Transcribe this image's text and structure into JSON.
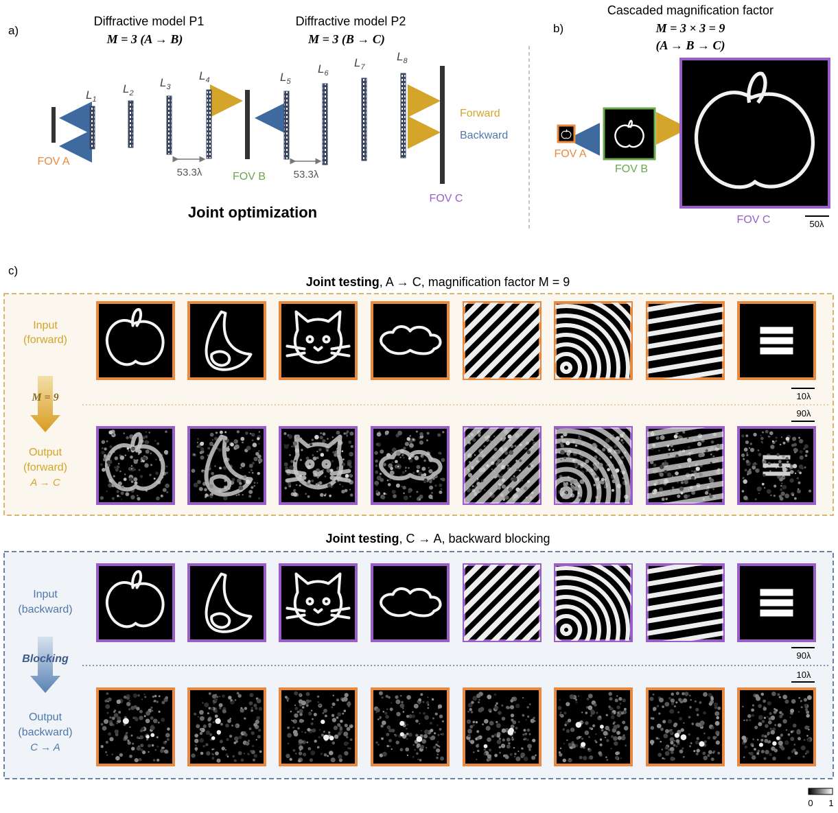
{
  "panel_a": {
    "letter": "a)",
    "model_p1": {
      "title": "Diffractive model P1",
      "mag": "M = 3 (A → B)"
    },
    "model_p2": {
      "title": "Diffractive model P2",
      "mag": "M = 3 (B → C)"
    },
    "layers": [
      "L1",
      "L2",
      "L3",
      "L4",
      "L5",
      "L6",
      "L7",
      "L8"
    ],
    "fov_a": "FOV A",
    "fov_b": "FOV B",
    "fov_c": "FOV C",
    "spacing": "53.3λ",
    "forward": "Forward",
    "backward": "Backward",
    "footer": "Joint optimization"
  },
  "panel_b": {
    "letter": "b)",
    "title": "Cascaded magnification factor",
    "formula": "M = 3 × 3 = 9",
    "path": "(A → B → C)",
    "fov_a": "FOV A",
    "fov_b": "FOV B",
    "fov_c": "FOV C",
    "scale": "50λ"
  },
  "panel_c": {
    "letter": "c)",
    "forward_title": {
      "bold": "Joint testing",
      "rest": ", A → C,  magnification factor M = 9"
    },
    "backward_title": {
      "bold": "Joint testing",
      "rest": ", C → A, backward blocking"
    },
    "fwd_input": [
      "Input",
      "(forward)"
    ],
    "fwd_output": [
      "Output",
      "(forward)",
      "A → C"
    ],
    "fwd_arrow": "M = 9",
    "bwd_input": [
      "Input",
      "(backward)"
    ],
    "bwd_output": [
      "Output",
      "(backward)",
      "C → A"
    ],
    "bwd_arrow": "Blocking",
    "scale_10": "10λ",
    "scale_90": "90λ",
    "colorbar": {
      "min": "0",
      "max": "1"
    },
    "images": [
      "apple",
      "banana",
      "cat",
      "cloud",
      "diagonal-stripes",
      "concentric-rings",
      "tilted-stripes",
      "three-bars"
    ]
  },
  "colors": {
    "orange": "#e8893f",
    "purple": "#9a5ec9",
    "green": "#6aa84f",
    "gold": "#d4a52a",
    "blue": "#4f78aa",
    "fwd_box": "#c9a040",
    "bwd_box": "#3c5a88"
  }
}
